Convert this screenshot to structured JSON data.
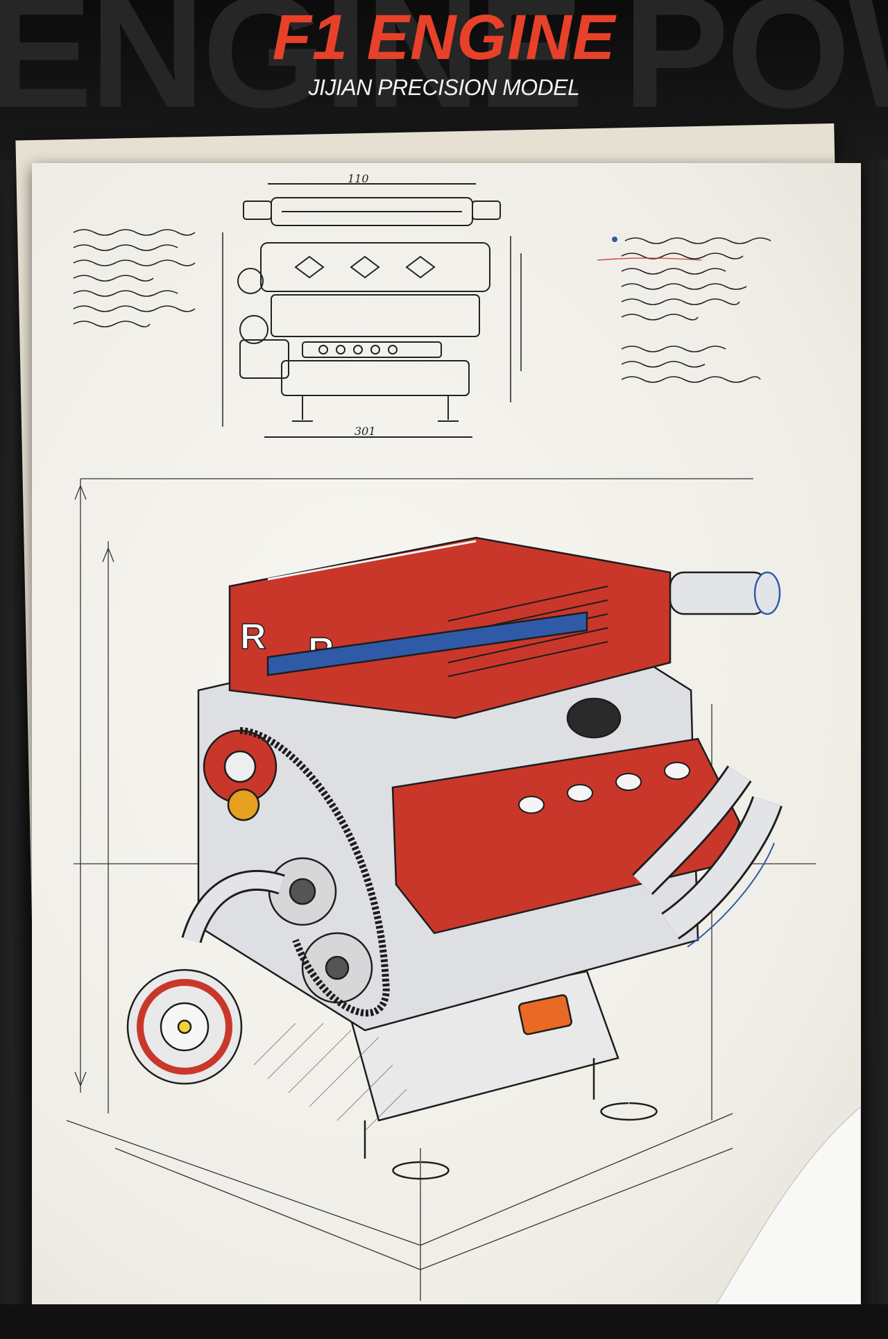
{
  "header": {
    "title": "F1 ENGINE",
    "subtitle": "JIJIAN PRECISION MODEL",
    "background_word": "ENGINE POWER"
  },
  "drawing": {
    "dimension_top": "110",
    "dimension_bottom": "301",
    "left_notes_lines": 7,
    "right_notes_lines": 9
  },
  "colors": {
    "accent": "#e8412a",
    "sketch_red": "#c9372b",
    "sketch_blue": "#2f5aa8",
    "ink": "#1d1d1d",
    "paper": "#f4f2ec"
  }
}
